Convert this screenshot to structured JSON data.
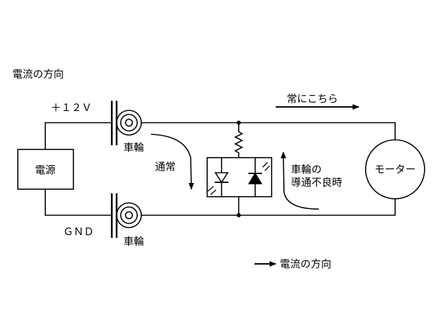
{
  "title": "電流の方向",
  "labels": {
    "plus12v": "＋１２Ｖ",
    "gnd": "ＧＮＤ",
    "power_source": "電源",
    "wheel_top": "車輪",
    "wheel_bottom": "車輪",
    "normal": "通常",
    "always_this_way": "常にこちら",
    "fault_line1": "車輪の",
    "fault_line2": "導通不良時",
    "motor": "モーター",
    "legend": "電流の方向"
  }
}
